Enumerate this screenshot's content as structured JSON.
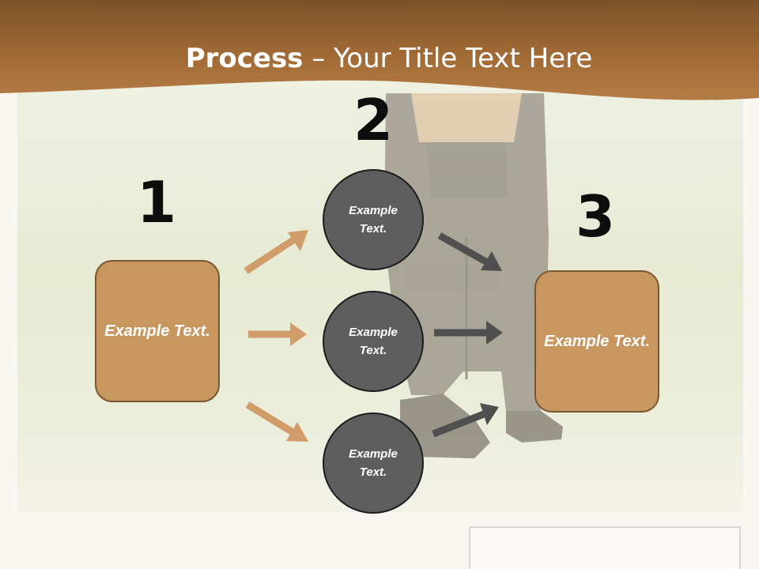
{
  "slide": {
    "title_bold": "Process",
    "title_rest": " – Your Title Text Here"
  },
  "steps": {
    "step1_number": "1",
    "step2_number": "2",
    "step3_number": "3"
  },
  "boxes": {
    "left_text": "Example Text.",
    "right_text": "Example Text."
  },
  "circles": [
    {
      "text": "Example Text."
    },
    {
      "text": "Example Text."
    },
    {
      "text": "Example Text."
    }
  ],
  "colors": {
    "header_brown": "#a8713a",
    "box_fill": "#c8965f",
    "box_border": "#7a5630",
    "circle_fill": "#5e5e5e",
    "arrow_tan": "#cf9c6a",
    "arrow_dark": "#4f4f4f"
  }
}
